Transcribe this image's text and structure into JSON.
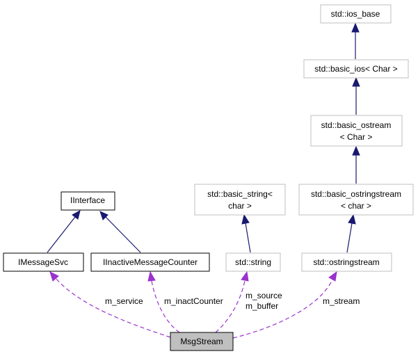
{
  "colors": {
    "inheritance_edge": "#191970",
    "usage_edge": "#9a32cd",
    "focus_node_fill": "#bfbfbf",
    "undocumented_border": "#bfbfbf",
    "documented_border": "#000000"
  },
  "nodes": {
    "ios_base": {
      "lines": [
        "std::ios_base"
      ]
    },
    "basic_ios": {
      "lines": [
        "std::basic_ios< Char >"
      ]
    },
    "basic_ostream": {
      "lines": [
        "std::basic_ostream",
        "< Char >"
      ]
    },
    "basic_string": {
      "lines": [
        "std::basic_string<",
        "char >"
      ]
    },
    "basic_ostringstream": {
      "lines": [
        "std::basic_ostringstream",
        "< char >"
      ]
    },
    "iinterface": {
      "lines": [
        "IInterface"
      ]
    },
    "imessagesvc": {
      "lines": [
        "IMessageSvc"
      ]
    },
    "iinactive": {
      "lines": [
        "IInactiveMessageCounter"
      ]
    },
    "string": {
      "lines": [
        "std::string"
      ]
    },
    "ostringstream": {
      "lines": [
        "std::ostringstream"
      ]
    },
    "msgstream": {
      "lines": [
        "MsgStream"
      ]
    }
  },
  "edge_labels": {
    "service": "m_service",
    "inact": "m_inactCounter",
    "source": "m_source",
    "buffer": "m_buffer",
    "stream": "m_stream"
  }
}
